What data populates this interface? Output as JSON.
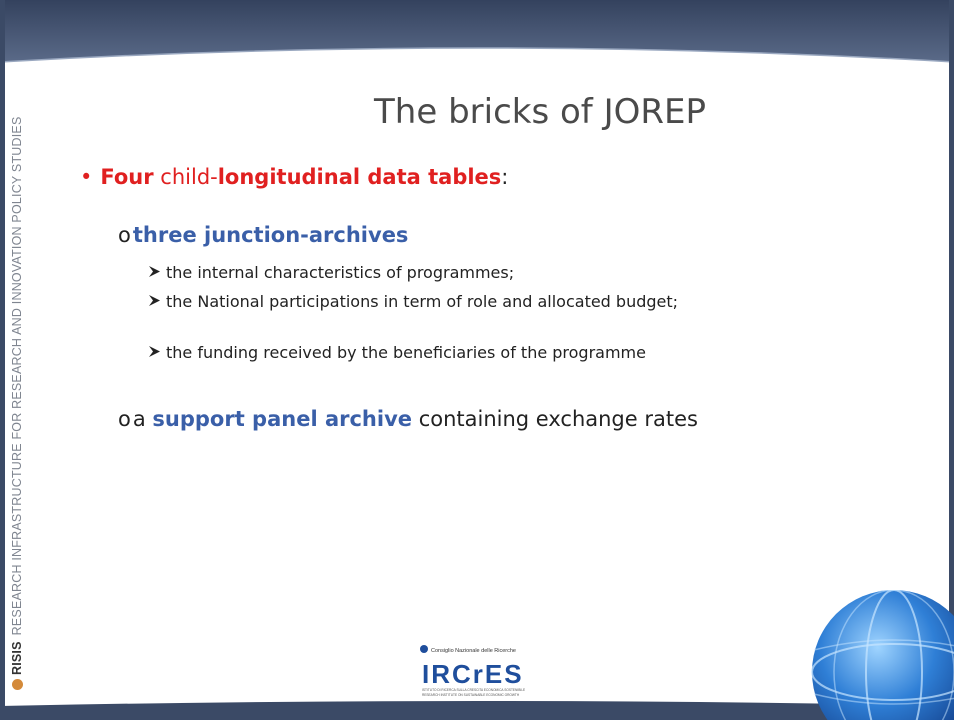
{
  "slide": {
    "title": "The bricks of JOREP",
    "side_banner": {
      "brand": "RISIS",
      "text": "RESEARCH INFRASTRUCTURE FOR RESEARCH AND INNOVATION POLICY STUDIES"
    },
    "bullet": {
      "part1": "Four",
      "part2": " child-",
      "part3": "longitudinal data tables",
      "part4": ":"
    },
    "sub1": {
      "marker": "o",
      "label": "three junction-archives",
      "items": [
        "the internal characteristics of programmes;",
        "the National participations in term of role and allocated budget;",
        "the funding received by the beneficiaries of the programme"
      ]
    },
    "sub2": {
      "marker": "o",
      "prefix": "a ",
      "highlight": "support panel archive",
      "suffix": " containing exchange rates"
    },
    "logo": {
      "org": "Consiglio Nazionale delle Ricerche",
      "name": "IRCrES",
      "caption1": "ISTITUTO DI RICERCA SULLA CRESCITA ECONOMICA SOSTENIBILE",
      "caption2": "RESEARCH INSTITUTE ON SUSTAINABLE ECONOMIC GROWTH"
    },
    "colors": {
      "accent_red": "#e02020",
      "accent_blue": "#3a5fa8",
      "frame": "#3b4a66"
    }
  }
}
